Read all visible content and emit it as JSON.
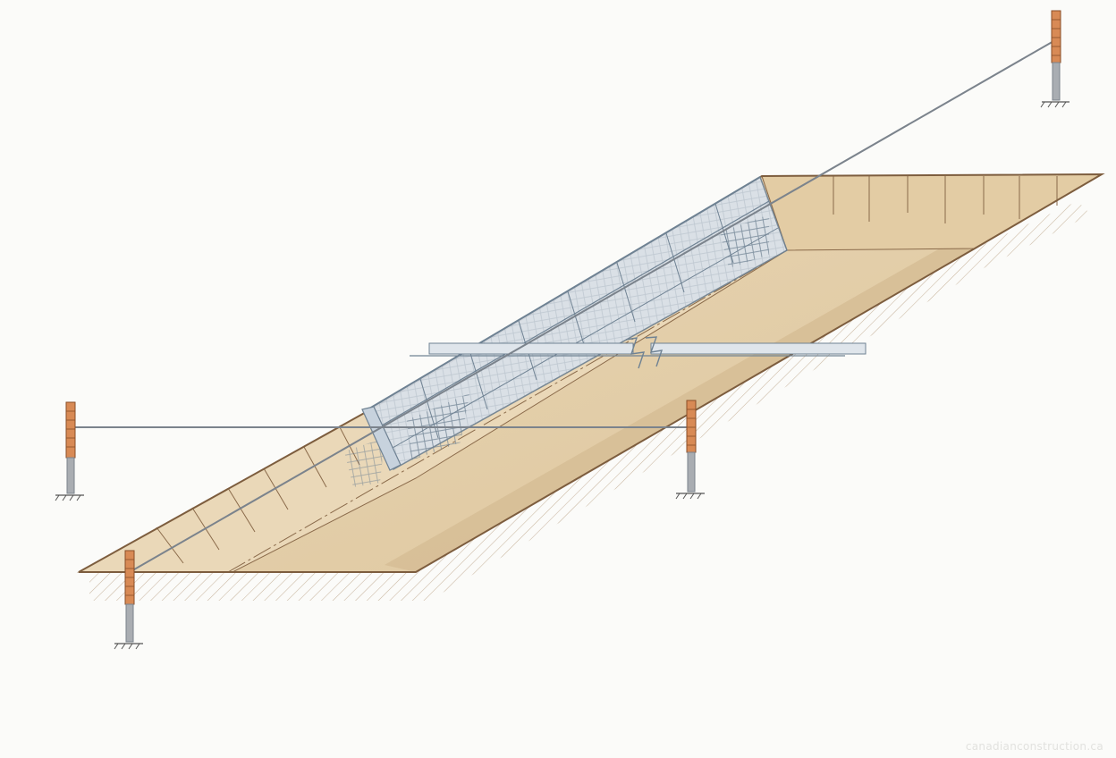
{
  "diagram": {
    "subject": "trench excavation with mesh-reinforced section, string line and survey stakes",
    "colors": {
      "background": "#fbfbf9",
      "soil_floor": "#e6d2b0",
      "soil_wall_light": "#eadbc0",
      "soil_wall_dark": "#d4ba92",
      "edge": "#8a6a4a",
      "mesh_fill": "#d9e1ea",
      "mesh_line": "#6f8293",
      "string_line": "#7b838c",
      "stake_top": "#d88a55",
      "stake_post": "#a9adb2",
      "hatch": "#b89f82"
    },
    "stakes": [
      "stake-far",
      "stake-left",
      "stake-middle",
      "stake-near"
    ]
  },
  "watermark": "canadianconstruction.ca"
}
